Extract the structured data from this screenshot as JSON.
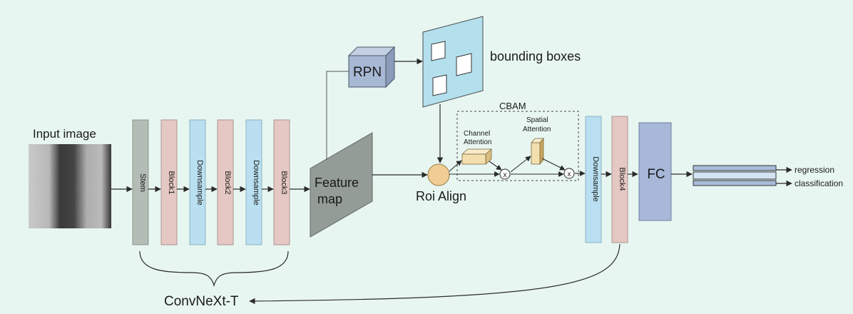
{
  "colors": {
    "background": "#e8f6f1",
    "stem": "#b4bcb6",
    "block": "#e5c7c3",
    "downsample": "#b9dff0",
    "feature_map": "#949c97",
    "rpn": "#a6b8d4",
    "bbox_panel": "#b4e0ee",
    "roi_circle": "#f0cd95",
    "cbam_box": "#f3dfae",
    "fc": "#a7b8d8",
    "output_bar": "#a9bcd8",
    "line": "#2b2b2b"
  },
  "labels": {
    "input_image": "Input image",
    "stem": "Stem",
    "block1": "Block1",
    "downsample1": "Downsample",
    "block2": "Block2",
    "downsample2": "Downsample",
    "block3": "Block3",
    "feature_map_line1": "Feature",
    "feature_map_line2": "map",
    "rpn": "RPN",
    "bounding_boxes": "bounding boxes",
    "roi_align": "Roi Align",
    "cbam": "CBAM",
    "channel_attention_line1": "Channel",
    "channel_attention_line2": "Attention",
    "spatial_attention_line1": "Spatial",
    "spatial_attention_line2": "Attention",
    "multiply_symbol": "x",
    "downsample3": "Downsample",
    "block4": "Block4",
    "fc": "FC",
    "regression": "regression",
    "classification": "classification",
    "convnext": "ConvNeXt-T"
  }
}
